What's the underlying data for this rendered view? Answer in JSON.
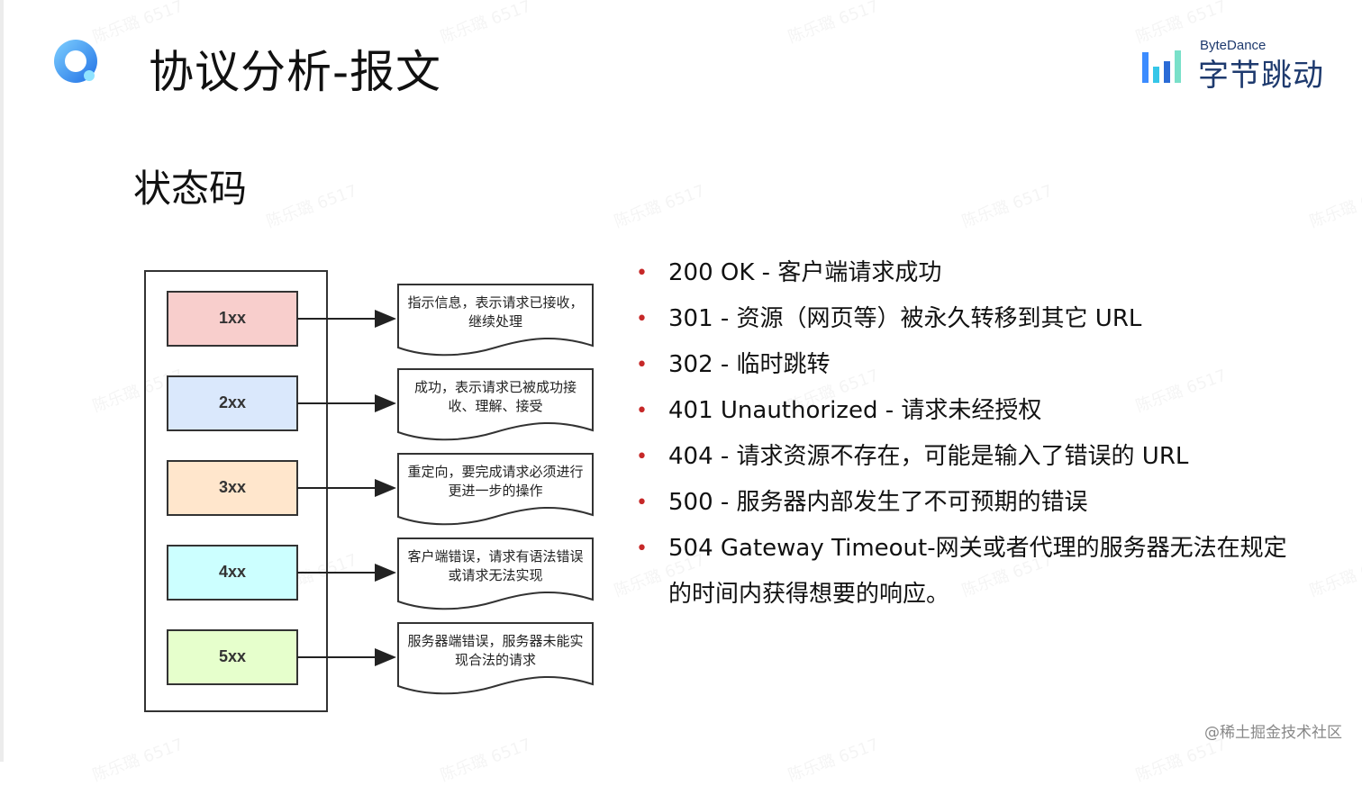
{
  "header": {
    "title": "协议分析-报文",
    "brand_en": "ByteDance",
    "brand_cn": "字节跳动"
  },
  "section": {
    "title": "状态码"
  },
  "diagram": {
    "categories": [
      {
        "label": "1xx",
        "color": "#f8cecc",
        "desc_line1": "指示信息，表示请求已接收，",
        "desc_line2": "继续处理"
      },
      {
        "label": "2xx",
        "color": "#dae8fc",
        "desc_line1": "成功，表示请求已被成功接",
        "desc_line2": "收、理解、接受"
      },
      {
        "label": "3xx",
        "color": "#ffe6cc",
        "desc_line1": "重定向，要完成请求必须进行",
        "desc_line2": "更进一步的操作"
      },
      {
        "label": "4xx",
        "color": "#ccffff",
        "desc_line1": "客户端错误，请求有语法错误",
        "desc_line2": "或请求无法实现"
      },
      {
        "label": "5xx",
        "color": "#e6ffcc",
        "desc_line1": "服务器端错误，服务器未能实",
        "desc_line2": "现合法的请求"
      }
    ]
  },
  "bullets": [
    "200 OK - 客户端请求成功",
    "301 - 资源（网页等）被永久转移到其它 URL",
    "302 - 临时跳转",
    "401 Unauthorized - 请求未经授权",
    "404 - 请求资源不存在，可能是输入了错误的 URL",
    "500 - 服务器内部发生了不可预期的错误"
  ],
  "bullet_last": {
    "line1": "504 Gateway Timeout-网关或者代理的服务器无法在规定",
    "line2": "的时间内获得想要的响应。"
  },
  "watermark": "陈乐璐 6517",
  "footer": {
    "credit": "@稀土掘金技术社区"
  },
  "colors": {
    "bullet_dot": "#c62828",
    "brand": "#1e3a6e",
    "logo_blue": "#2f80ed"
  }
}
